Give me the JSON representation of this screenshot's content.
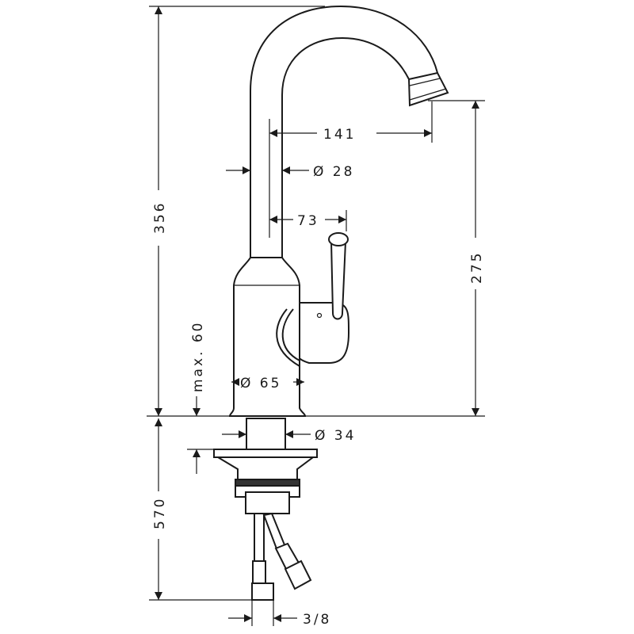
{
  "drawing": {
    "title": "Faucet dimension drawing",
    "dimensions": {
      "total_height": "356",
      "below_deck": "570",
      "spout_reach": "141",
      "spout_diameter": "Ø 28",
      "handle_offset": "73",
      "spout_height": "275",
      "max_deck_thickness": "max. 60",
      "body_diameter": "Ø 65",
      "shank_diameter": "Ø 34",
      "connection_thread": "3/8"
    }
  }
}
